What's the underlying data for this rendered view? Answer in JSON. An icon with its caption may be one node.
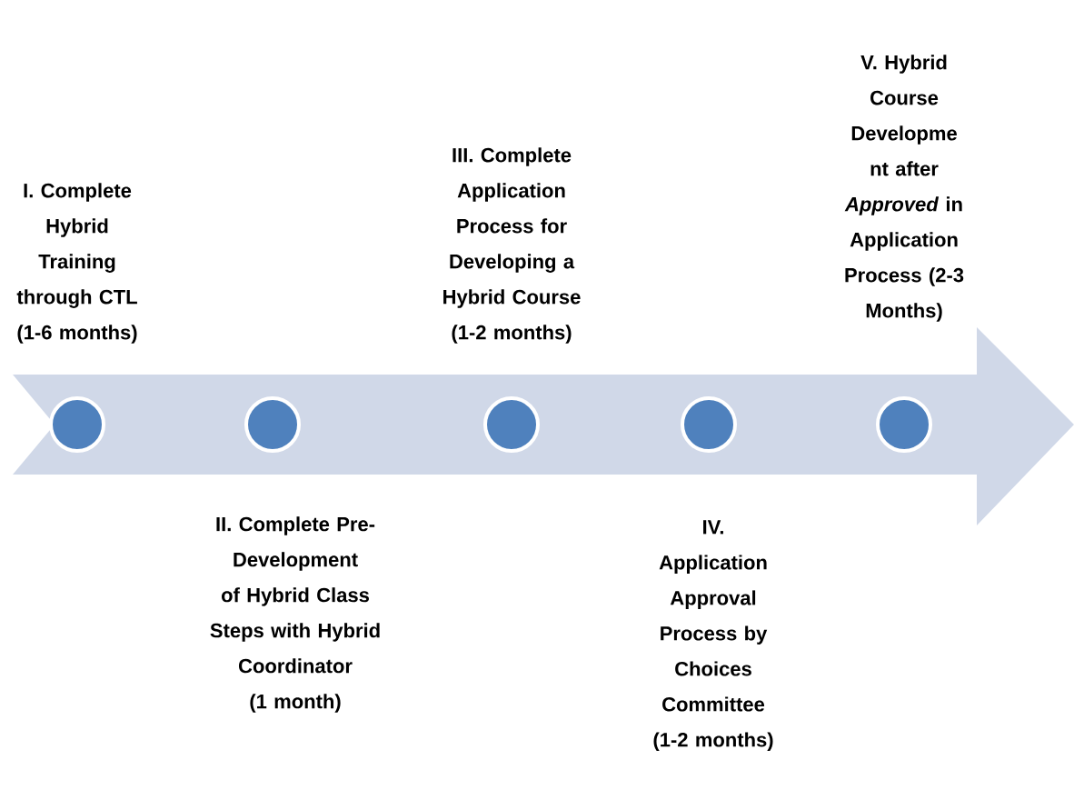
{
  "diagram": {
    "nodes": [
      {
        "text": [],
        "shape": "arrow"
      },
      {
        "text": [],
        "shape": "circle",
        "in": 0,
        "beside": [
          "I. Complete Hybrid Training through CTL (1-6 months)"
        ]
      },
      {
        "text": [],
        "shape": "circle",
        "in": 0,
        "beside": [
          "II. Complete Pre- Development of Hybrid Class Steps with Hybrid Coordinator (1 month)"
        ]
      },
      {
        "text": [],
        "shape": "circle",
        "in": 0,
        "beside": [
          "III. Complete Application Process for Developing a Hybrid Course (1-2 months)"
        ]
      },
      {
        "text": [],
        "shape": "circle",
        "in": 0,
        "beside": [
          "IV. Application Approval Process by Choices Committee (1-2 months)"
        ]
      },
      {
        "text": [],
        "shape": "circle",
        "in": 0,
        "beside": [
          "V. Hybrid Course Developme nt after *Approved* in Application Process (2-3 Months)"
        ]
      }
    ]
  }
}
